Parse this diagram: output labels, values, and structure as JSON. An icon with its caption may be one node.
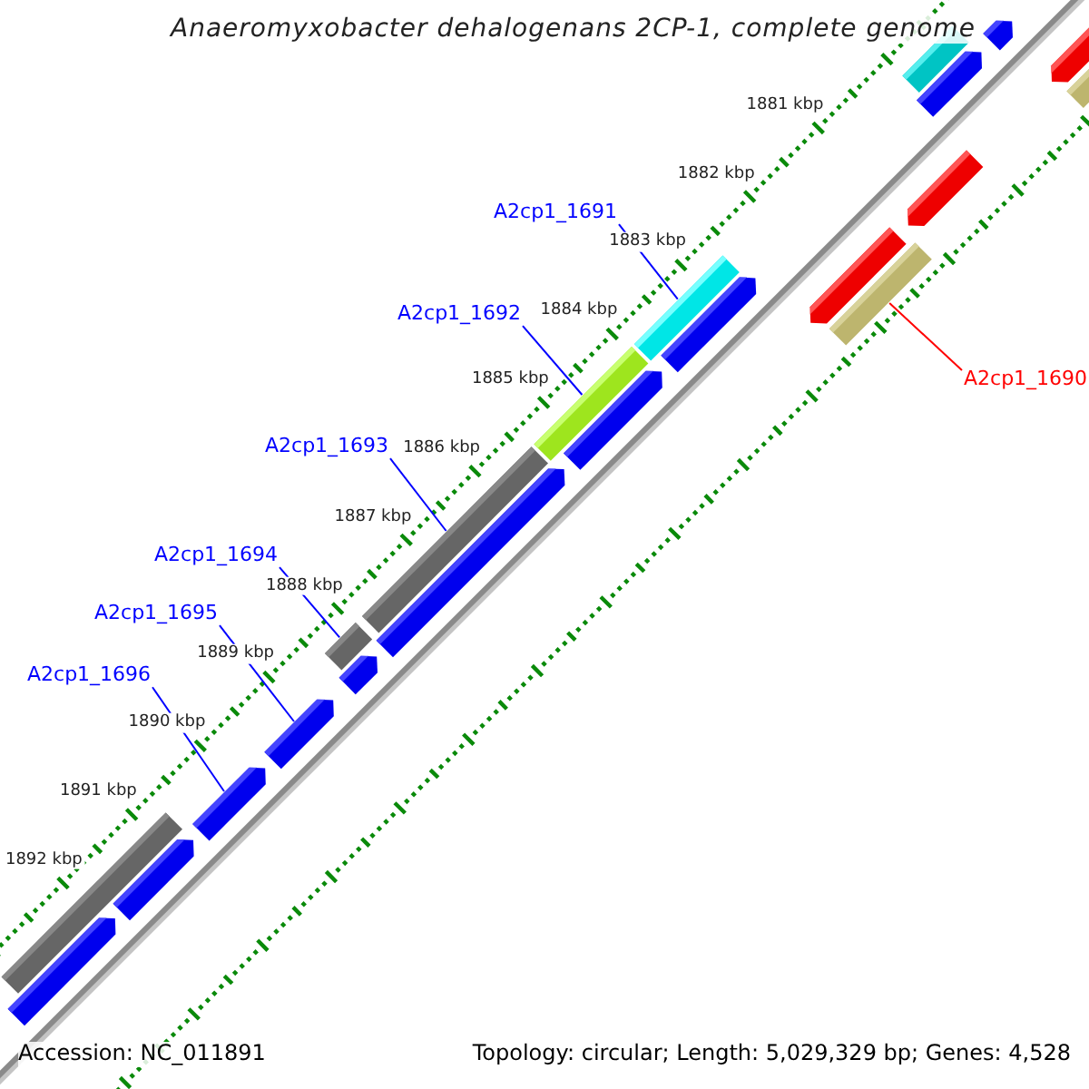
{
  "diagram": {
    "title": "Anaeromyxobacter dehalogenans 2CP-1, complete genome",
    "nodes": [
      {
        "text": [
          "A2cp1_1691"
        ]
      },
      {
        "text": [
          "A2cp1_1692"
        ]
      },
      {
        "text": [
          "A2cp1_1690"
        ]
      },
      {
        "text": [
          "A2cp1_1693"
        ]
      },
      {
        "text": [
          "A2cp1_1694"
        ]
      },
      {
        "text": [
          "A2cp1_1695"
        ]
      },
      {
        "text": [
          "A2cp1_1696"
        ]
      },
      {
        "text": [],
        "shape": "bar"
      },
      {
        "text": [],
        "shape": "bar"
      },
      {
        "text": [],
        "shape": "bar"
      },
      {
        "text": [],
        "shape": "bar"
      },
      {
        "text": [],
        "shape": "bar"
      },
      {
        "text": [],
        "shape": "bar"
      },
      {
        "text": [],
        "shape": "bar"
      },
      {
        "text": [],
        "shape": "bar"
      },
      {
        "text": [],
        "shape": "bar"
      },
      {
        "text": [],
        "shape": "bar"
      },
      {
        "text": [],
        "shape": "bar"
      },
      {
        "text": [],
        "shape": "bar"
      },
      {
        "text": [],
        "shape": "bar"
      },
      {
        "text": [],
        "shape": "bar"
      },
      {
        "text": [],
        "shape": "bar"
      },
      {
        "text": [],
        "shape": "bar"
      },
      {
        "text": [],
        "shape": "bar"
      },
      {
        "text": [],
        "shape": "bar"
      },
      {
        "text": [],
        "shape": "bar"
      },
      {
        "text": [],
        "shape": "bar"
      },
      {
        "text": [],
        "shape": "bar"
      }
    ],
    "edges": [
      {
        "from": 0,
        "to": 15,
        "arrow": "none"
      },
      {
        "from": 1,
        "to": 17,
        "arrow": "none"
      },
      {
        "from": 2,
        "to": 14,
        "arrow": "none",
        "color": "#ff0000"
      },
      {
        "from": 3,
        "to": 19,
        "arrow": "none"
      },
      {
        "from": 4,
        "to": 21,
        "arrow": "none"
      },
      {
        "from": 5,
        "to": 23,
        "arrow": "none"
      },
      {
        "from": 6,
        "to": 24,
        "arrow": "none"
      }
    ],
    "labels": [
      "1881 kbp",
      "1882 kbp",
      "1883 kbp",
      "1884 kbp",
      "1885 kbp",
      "1886 kbp",
      "1887 kbp",
      "1888 kbp",
      "1889 kbp",
      "1890 kbp",
      "1891 kbp",
      "1892 kbp",
      "Accession: NC_011891",
      "Topology: circular; Length: 5,029,329 bp; Genes: 4,528"
    ]
  }
}
